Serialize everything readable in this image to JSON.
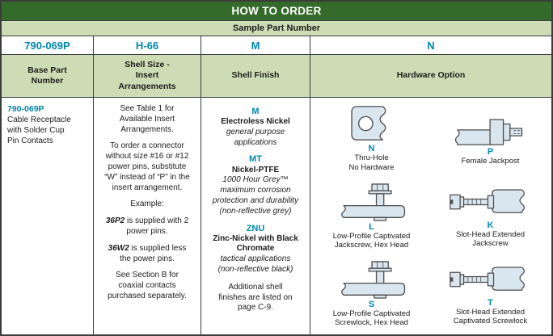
{
  "title": "HOW TO ORDER",
  "sample_label": "Sample Part Number",
  "sample_codes": {
    "base": "790-069P",
    "shell_size": "H-66",
    "finish": "M",
    "hardware": "N"
  },
  "column_headers": {
    "base": "Base Part\nNumber",
    "shell_size": "Shell Size -\nInsert\nArrangements",
    "finish": "Shell Finish",
    "hardware": "Hardware Option"
  },
  "base_part": {
    "code": "790-069P",
    "description": "Cable Receptacle\nwith Solder Cup\nPin Contacts"
  },
  "insert_arrangements": {
    "p1": "See Table 1 for\nAvailable Insert\nArrangements.",
    "p2": "To order a connector\nwithout size #16 or #12\npower pins, substitute\n“W” instead of “P” in the\ninsert arrangement.",
    "p3": "Example:",
    "p4_code": "36P2",
    "p4_text": " is supplied with 2\npower pins.",
    "p5_code": "36W2",
    "p5_text": " is supplied less\nthe power pins.",
    "p6": "See Section B for\ncoaxial contacts\npurchased separately."
  },
  "shell_finish": {
    "options": [
      {
        "code": "M",
        "name": "Electroless Nickel",
        "note": "general purpose\napplications"
      },
      {
        "code": "MT",
        "name": "Nickel-PTFE",
        "note": "1000 Hour Grey™\nmaximum corrosion\nprotection and durability\n(non-reflective grey)"
      },
      {
        "code": "ZNU",
        "name": "Zinc-Nickel with Black\nChromate",
        "note": "tactical applications\n(non-reflective black)"
      }
    ],
    "footer": "Additional shell\nfinishes are listed on\npage C-9."
  },
  "hardware": {
    "options": [
      {
        "code": "N",
        "label": "Thru-Hole\nNo Hardware"
      },
      {
        "code": "P",
        "label": "Female Jackpost"
      },
      {
        "code": "L",
        "label": "Low-Profile Captivated\nJackscrew, Hex Head"
      },
      {
        "code": "K",
        "label": "Slot-Head Extended\nJackscrew"
      },
      {
        "code": "S",
        "label": "Low-Profile Captivated\nScrewlock, Hex Head"
      },
      {
        "code": "T",
        "label": "Slot-Head Extended\nCaptivated Screwlock"
      }
    ]
  },
  "colors": {
    "accent_teal": "#0087ad",
    "header_green": "#356b2a",
    "subheader_green": "#cddcb4",
    "illustration_fill": "#d9e6f0"
  }
}
